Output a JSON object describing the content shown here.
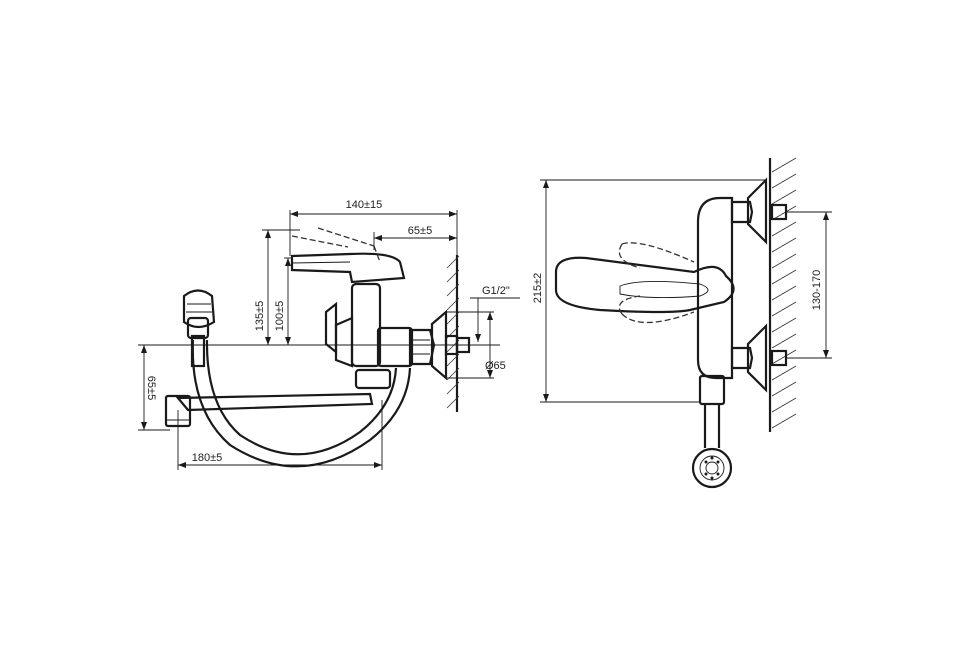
{
  "side_view": {
    "dim_total_depth": "140±15",
    "dim_lever_offset": "65±5",
    "dim_height_lever": "135±5",
    "dim_height_body": "100±5",
    "dim_thread": "G1/2\"",
    "dim_flange_diameter": "Ø65",
    "dim_spout_drop": "65±5",
    "dim_spout_reach": "180±5"
  },
  "front_view": {
    "dim_total_height": "215±2",
    "dim_center_distance": "130-170"
  },
  "colors": {
    "line": "#1a1a1a",
    "background": "#ffffff"
  }
}
